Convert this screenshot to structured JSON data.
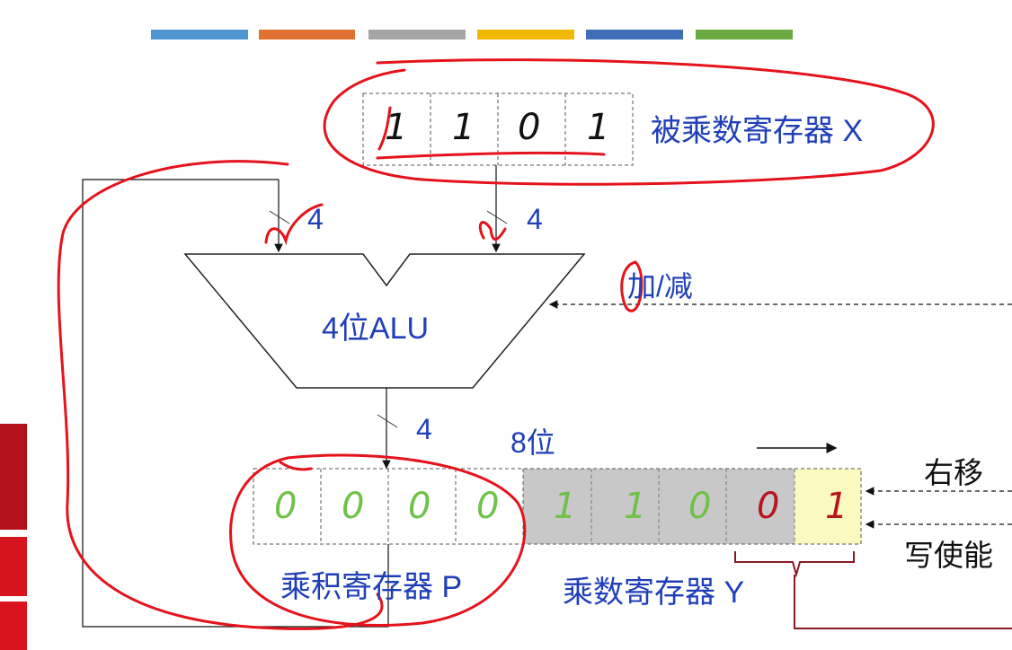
{
  "colors": {
    "bars": [
      "#4f95cf",
      "#e07130",
      "#a5a5a5",
      "#f0b800",
      "#3e6fb8",
      "#6aaa40"
    ],
    "label_blue": "#1f3fb8",
    "digit_green": "#6ec248",
    "digit_red": "#b8141c",
    "annotation_red": "#e5131c",
    "grey_cell": "#c8c8c8",
    "yellow_cell": "#fafac0"
  },
  "multiplicand": {
    "label": "被乘数寄存器 X",
    "bits": [
      "1",
      "1",
      "0",
      "1"
    ]
  },
  "alu": {
    "label": "4位ALU",
    "input_left_width": "4",
    "input_right_width": "4",
    "output_width": "4",
    "control_label": "加/减"
  },
  "registers": {
    "width_label": "8位",
    "product_label": "乘积寄存器 P",
    "product_bits": [
      "0",
      "0",
      "0",
      "0"
    ],
    "multiplier_label": "乘数寄存器 Y",
    "multiplier_bits": [
      "1",
      "1",
      "0",
      "0",
      "1"
    ]
  },
  "controls": {
    "shift_right": "右移",
    "write_enable": "写使能"
  }
}
